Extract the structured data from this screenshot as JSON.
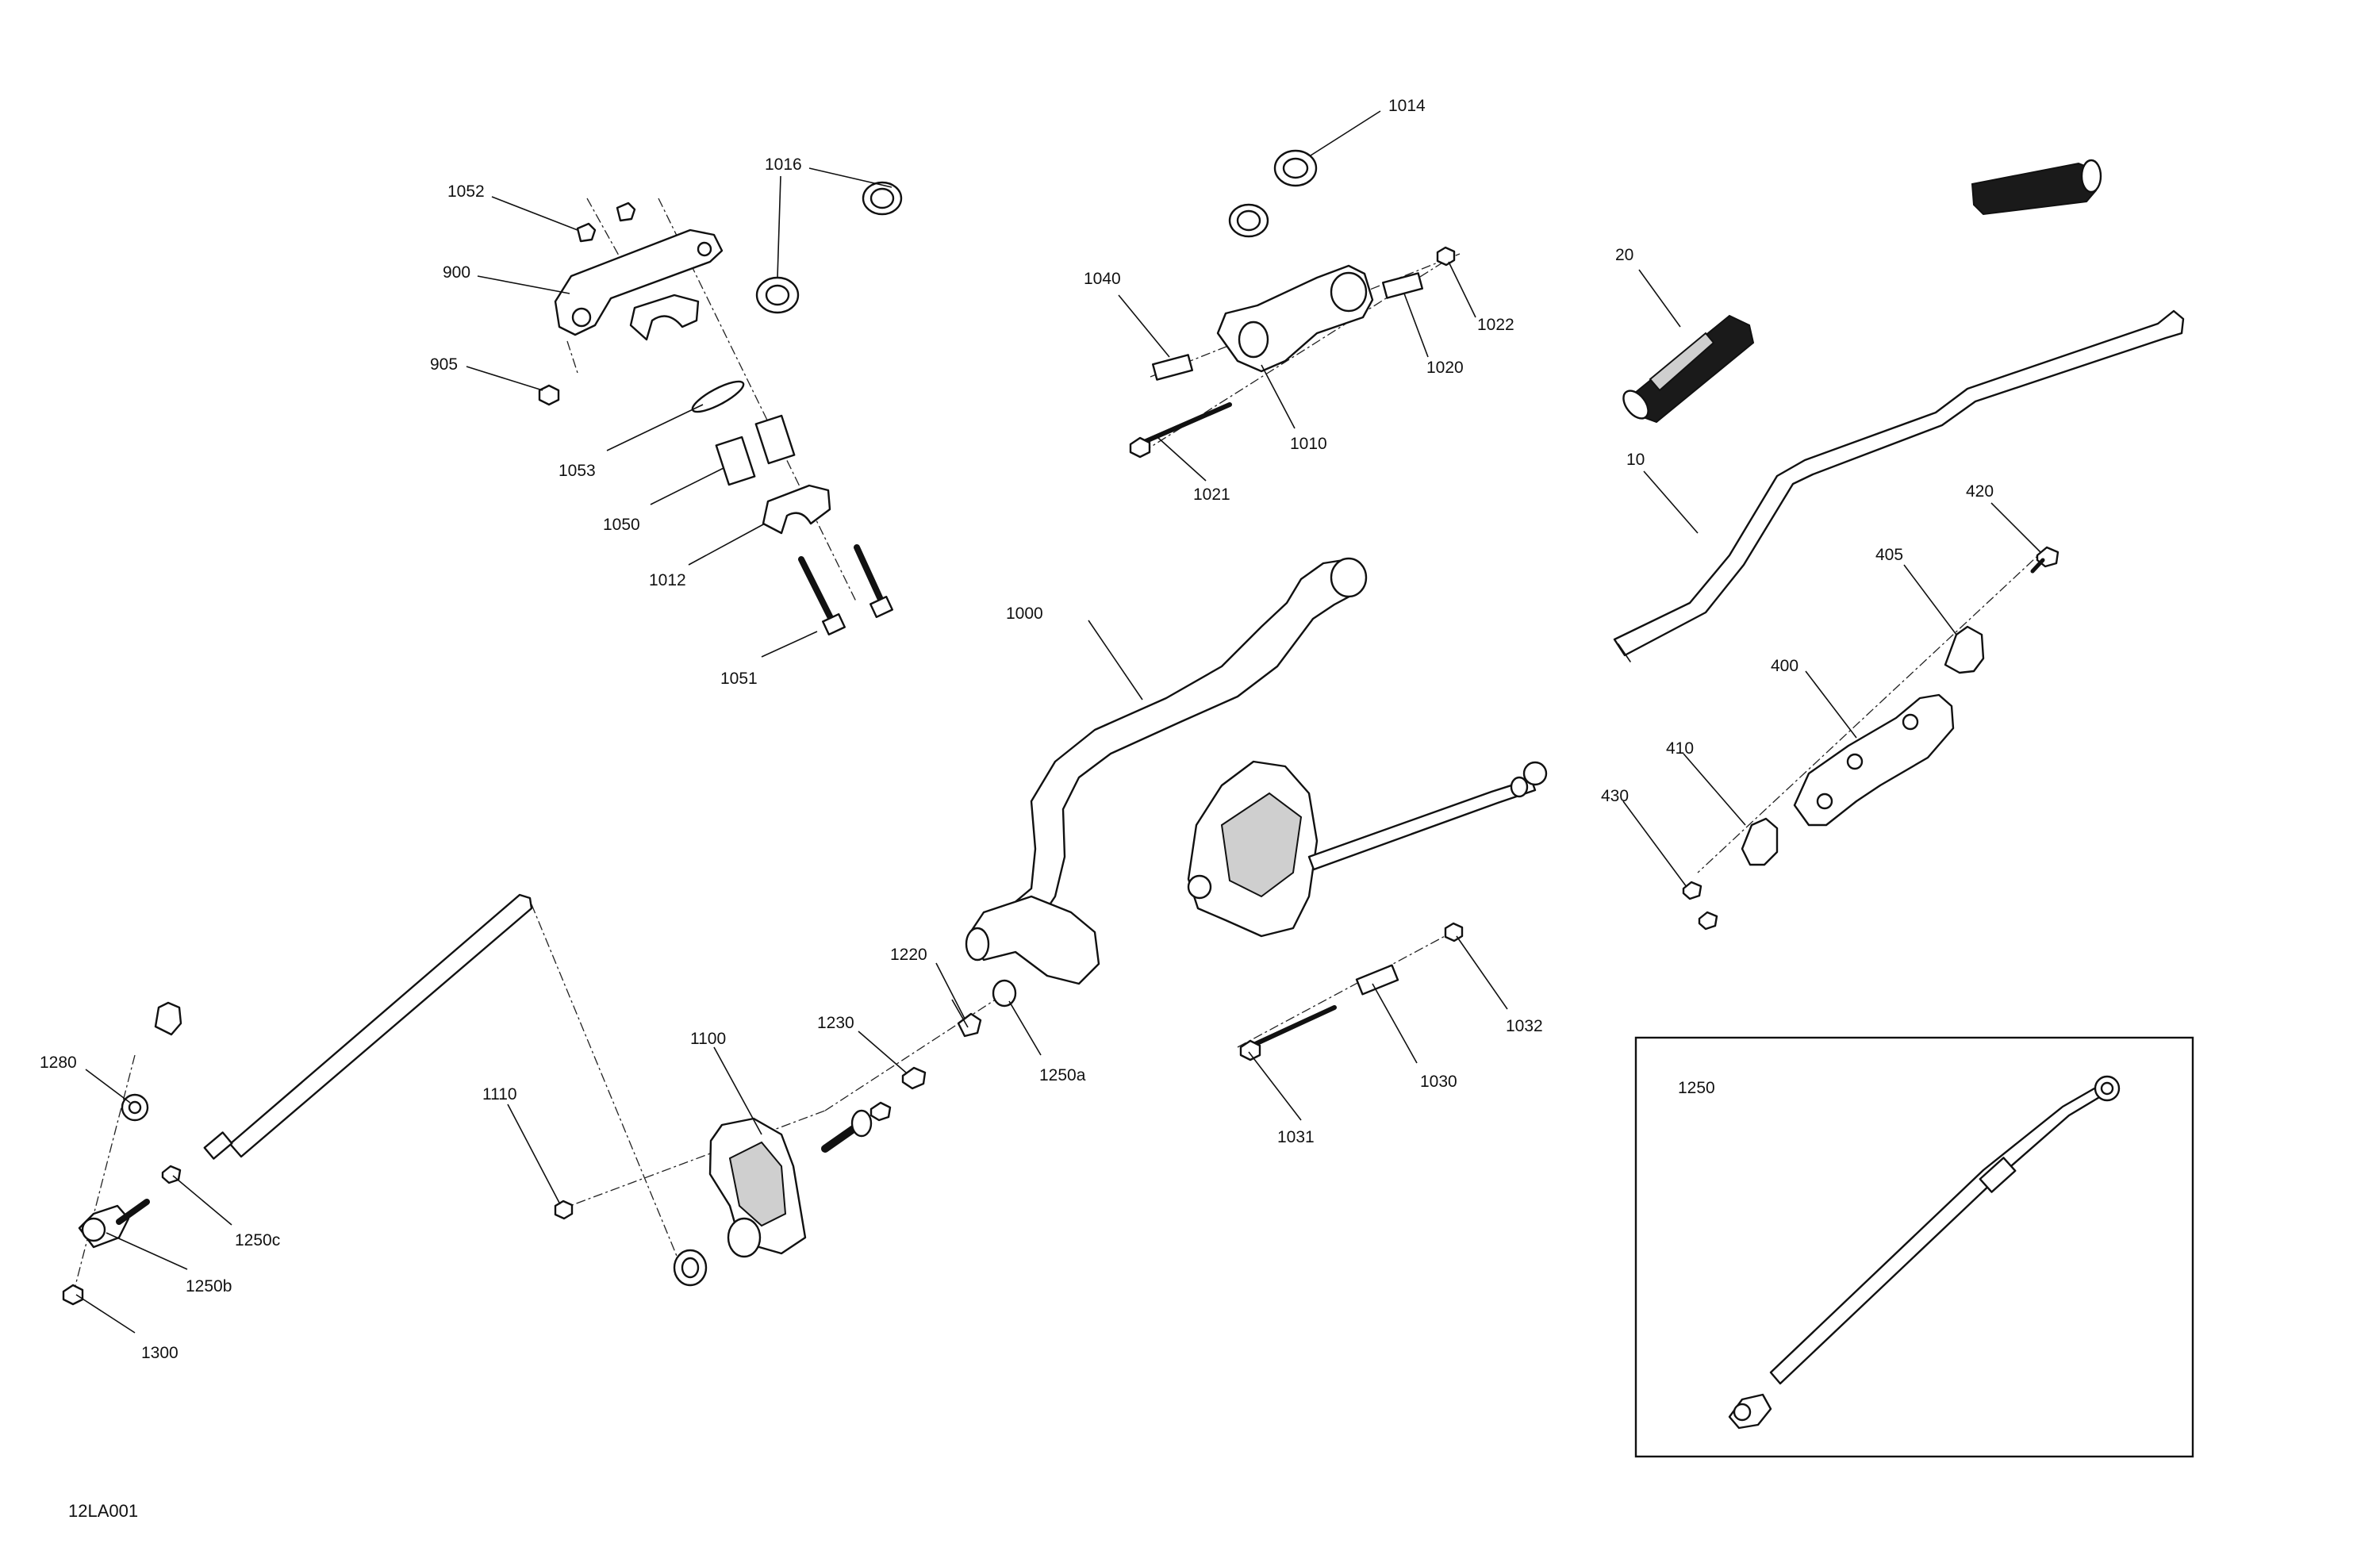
{
  "figure_id": "12LA001",
  "inset": {
    "label": "1250"
  },
  "callouts": [
    {
      "id": "c1014",
      "text": "1014"
    },
    {
      "id": "c1016",
      "text": "1016"
    },
    {
      "id": "c1052",
      "text": "1052"
    },
    {
      "id": "c900",
      "text": "900"
    },
    {
      "id": "c905",
      "text": "905"
    },
    {
      "id": "c1053",
      "text": "1053"
    },
    {
      "id": "c1050",
      "text": "1050"
    },
    {
      "id": "c1012",
      "text": "1012"
    },
    {
      "id": "c1051",
      "text": "1051"
    },
    {
      "id": "c1040",
      "text": "1040"
    },
    {
      "id": "c1022",
      "text": "1022"
    },
    {
      "id": "c1020",
      "text": "1020"
    },
    {
      "id": "c1010",
      "text": "1010"
    },
    {
      "id": "c1021",
      "text": "1021"
    },
    {
      "id": "c20",
      "text": "20"
    },
    {
      "id": "c10",
      "text": "10"
    },
    {
      "id": "c420",
      "text": "420"
    },
    {
      "id": "c405",
      "text": "405"
    },
    {
      "id": "c400",
      "text": "400"
    },
    {
      "id": "c410",
      "text": "410"
    },
    {
      "id": "c430",
      "text": "430"
    },
    {
      "id": "c1000",
      "text": "1000"
    },
    {
      "id": "c1220",
      "text": "1220"
    },
    {
      "id": "c1230",
      "text": "1230"
    },
    {
      "id": "c1250a",
      "text": "1250a"
    },
    {
      "id": "c1032",
      "text": "1032"
    },
    {
      "id": "c1030",
      "text": "1030"
    },
    {
      "id": "c1031",
      "text": "1031"
    },
    {
      "id": "c1100",
      "text": "1100"
    },
    {
      "id": "c1110",
      "text": "1110"
    },
    {
      "id": "c1280",
      "text": "1280"
    },
    {
      "id": "c1250c",
      "text": "1250c"
    },
    {
      "id": "c1250b",
      "text": "1250b"
    },
    {
      "id": "c1300",
      "text": "1300"
    }
  ]
}
